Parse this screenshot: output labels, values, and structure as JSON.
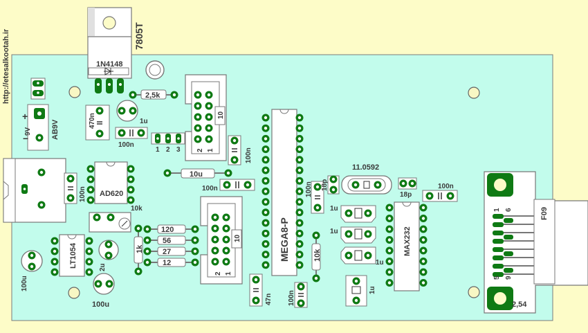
{
  "watermark": "http://etesalkootah.ir",
  "labels": {
    "regulator": "7805T",
    "diode": "1N4148",
    "res_2k5": "2,5k",
    "cap_470n": "470n",
    "cap_1u_a": "1u",
    "cap_100n_a": "100n",
    "battery": "AB9V",
    "batt_minus": "9V",
    "plus": "+",
    "minus": "−",
    "pin1": "1",
    "pin2": "2",
    "pin3": "3",
    "hdr_a_10": "10",
    "hdr_a_2": "2",
    "hdr_a_1": "1",
    "cap_100n_b": "100n",
    "res_10u": "10u",
    "cap_100n_c": "100n",
    "cap_100n_d": "100n",
    "ic_ad620": "AD620",
    "res_10k": "10k",
    "res_120": "120",
    "res_56": "56",
    "res_27": "27",
    "res_12": "12",
    "res_1k": "1k",
    "cap_2u": "2u",
    "ic_lt1054": "LT1054",
    "cap_100u_a": "100u",
    "cap_100u_b": "100u",
    "hdr_b_10": "10",
    "hdr_b_2": "2",
    "hdr_b_1": "1",
    "ic_mega8": "MEGA8-P",
    "cap_100n_e": "100n",
    "cap_18p_a": "18p",
    "cap_18p_b": "18p",
    "crystal": "11.0592",
    "res_10k_b": "10k",
    "cap_47n": "47n",
    "cap_100n_f": "100n",
    "cap_1u_b": "1u",
    "cap_1u_c": "1u",
    "cap_1u_d": "1u",
    "cap_1u_e": "1u",
    "ic_max232": "MAX232",
    "cap_100n_g": "100n",
    "conn_f09": "F09",
    "conn_1": "1",
    "conn_6": "6",
    "conn_5": "5",
    "conn_9": "9",
    "pitch": "2,54"
  },
  "colors": {
    "background": "#fdfcc8",
    "board": "#c2fcec",
    "pad_green": "#0f7a14",
    "pad_white": "#ffffff",
    "outline": "#7a7a7a",
    "text": "#3a3a3a",
    "hole": "#f8f7c4"
  }
}
